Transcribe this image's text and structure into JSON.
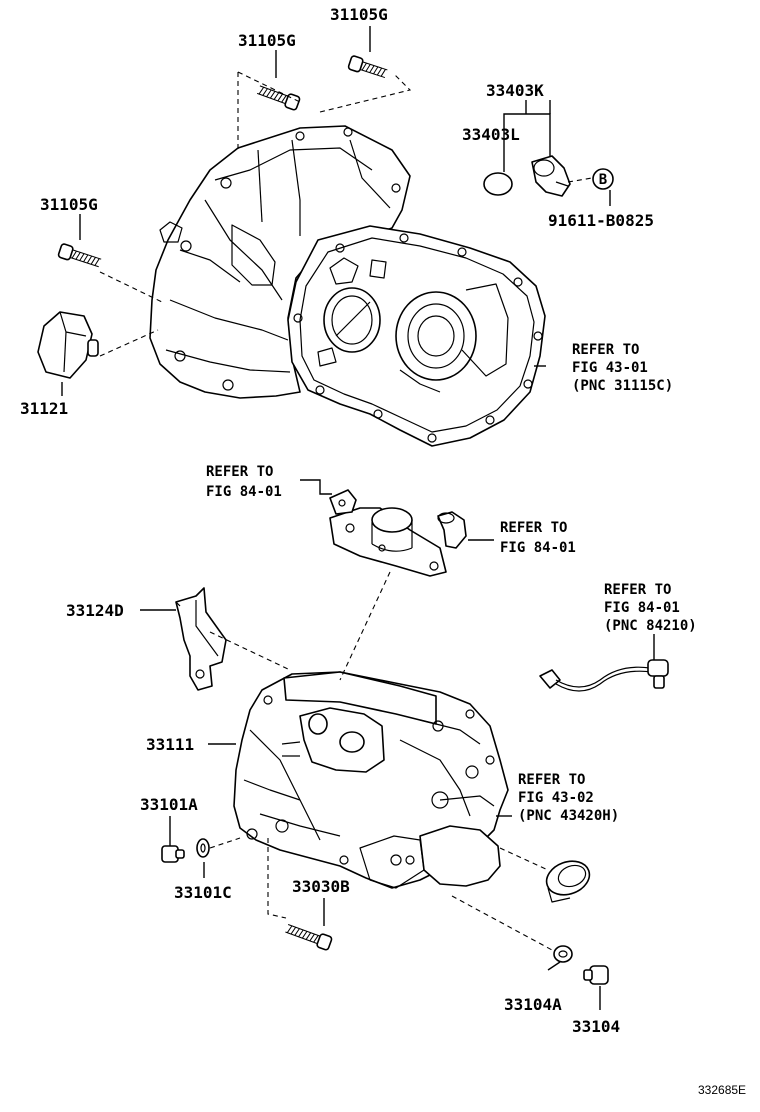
{
  "labels": {
    "p_31105g_top": "31105G",
    "p_31105g_mid": "31105G",
    "p_31105g_left": "31105G",
    "p_31121": "31121",
    "p_33403k": "33403K",
    "p_33403l": "33403L",
    "p_91611": "91611-B0825",
    "circle_b": "B",
    "p_33124d": "33124D",
    "p_33111": "33111",
    "p_33101a": "33101A",
    "p_33101c": "33101C",
    "p_33030b": "33030B",
    "p_33104a": "33104A",
    "p_33104": "33104",
    "figure_id": "332685E"
  },
  "references": {
    "r1": [
      "REFER TO",
      "FIG 43-01",
      "(PNC 31115C)"
    ],
    "r2": [
      "REFER TO",
      "FIG 84-01"
    ],
    "r3": [
      "REFER TO",
      "FIG 84-01"
    ],
    "r4": [
      "REFER TO",
      "FIG 84-01",
      "(PNC 84210)"
    ],
    "r5": [
      "REFER TO",
      "FIG 43-02",
      "(PNC 43420H)"
    ]
  }
}
